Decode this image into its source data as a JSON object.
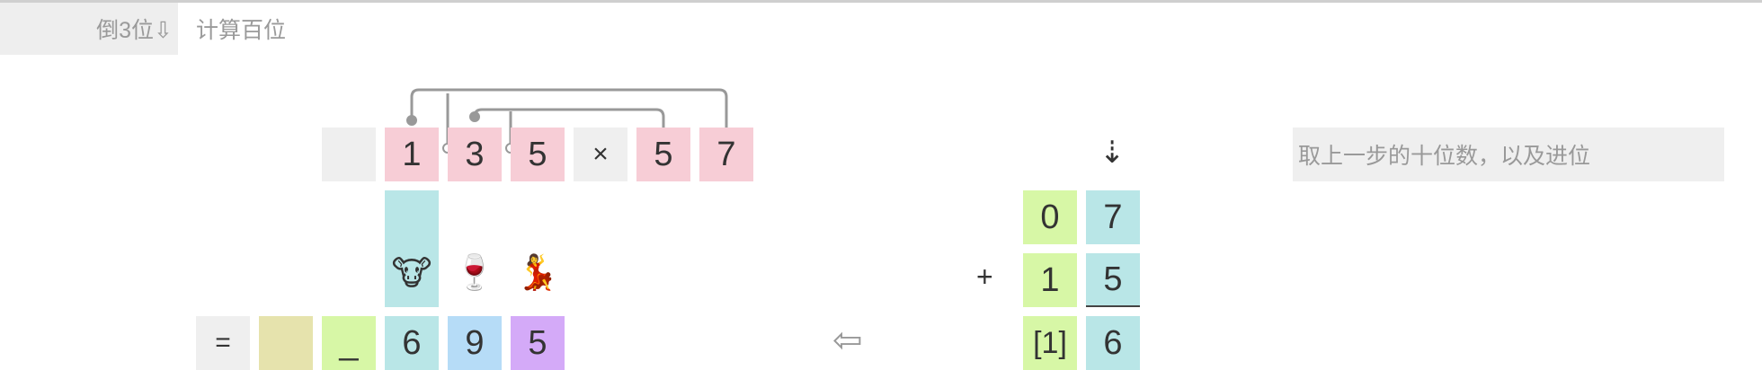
{
  "step": {
    "label": "倒3位⇩",
    "description": "计算百位"
  },
  "multiplication": {
    "digits": [
      "1",
      "3",
      "5"
    ],
    "operator": "×",
    "multiplier": [
      "5",
      "7"
    ]
  },
  "emojis": [
    "🐮",
    "🍷",
    "💃"
  ],
  "result_row": {
    "equals": "=",
    "blank": "",
    "placeholder": "_",
    "digits": [
      "6",
      "9",
      "5"
    ]
  },
  "arrow_left": "⇦",
  "addition": {
    "down_arrow": "⇣",
    "row1": [
      "0",
      "7"
    ],
    "plus": "+",
    "row2": [
      "1",
      "5"
    ],
    "row3": [
      "[1]",
      "6"
    ]
  },
  "hint": "取上一步的十位数，以及进位",
  "colors": {
    "pink": "#f7cdd6",
    "teal": "#b9e6e7",
    "lime": "#d7f7a6",
    "khaki": "#e6e3ad",
    "blue": "#b6dcf7",
    "purple": "#d4aaf8",
    "gray": "#efefef"
  }
}
